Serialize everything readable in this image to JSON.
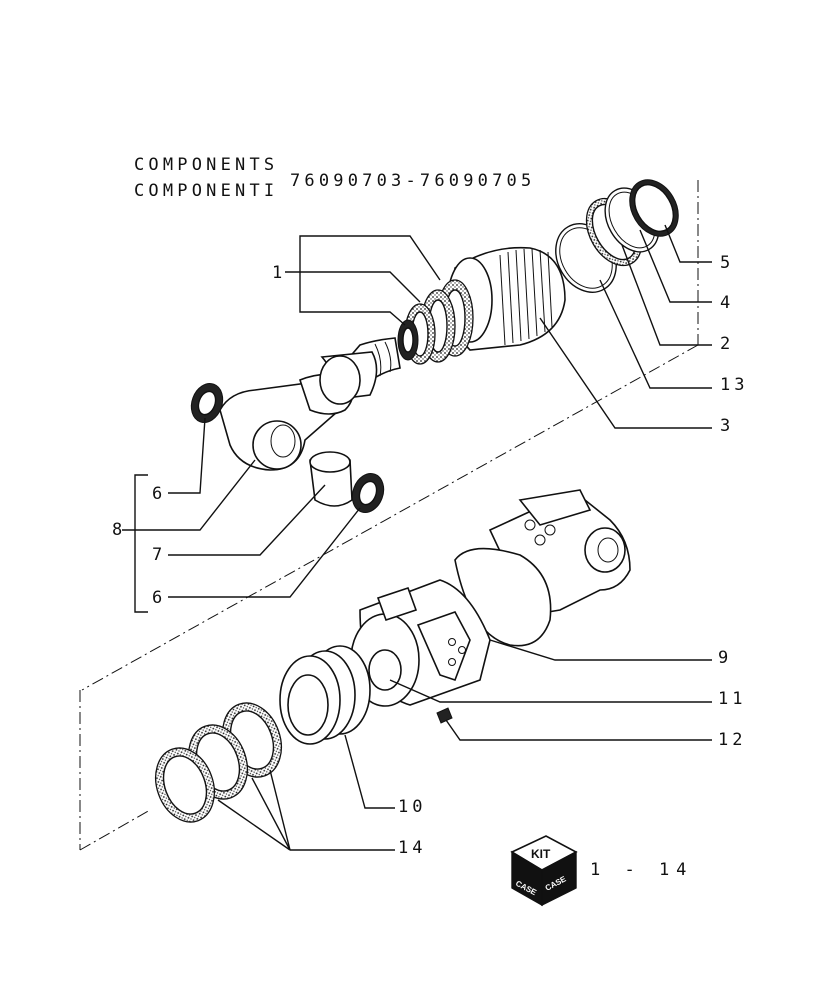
{
  "header": {
    "title_line1": "COMPONENTS",
    "title_line2": "COMPONENTI",
    "part_range": "76090703-76090705"
  },
  "callouts": [
    "1",
    "5",
    "4",
    "2",
    "13",
    "3",
    "6",
    "8",
    "7",
    "6",
    "9",
    "11",
    "12",
    "10",
    "14"
  ],
  "kit_badge": {
    "top_text": "KIT",
    "side_text_left": "CASE",
    "side_text_right": "CASE"
  },
  "page_ref": "1 - 14"
}
